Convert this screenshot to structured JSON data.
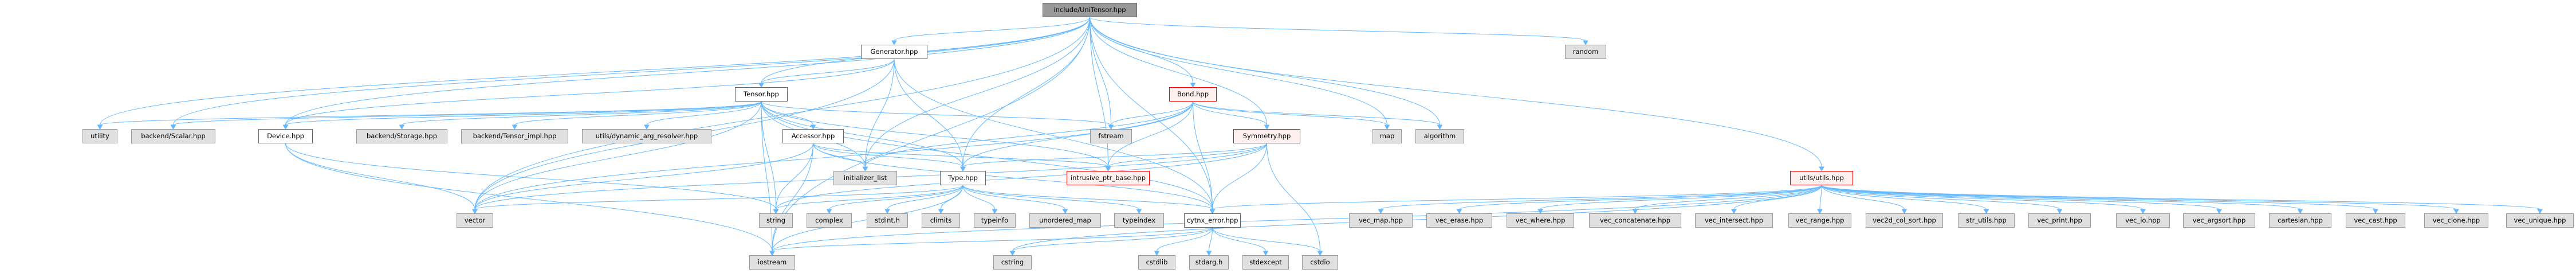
{
  "title": "include/UniTensor.hpp",
  "colors": {
    "edge": "#63b8ff",
    "root_fill": "#999999",
    "local_fill": "#ffffff",
    "system_fill": "#e0e0e0",
    "incomplete_border": "#ff0000",
    "incomplete_fill": "#fff0f0"
  },
  "nodes": [
    {
      "id": "unitensor",
      "label": "include/UniTensor.hpp",
      "kind": "root"
    },
    {
      "id": "generator",
      "label": "Generator.hpp",
      "kind": "local"
    },
    {
      "id": "random",
      "label": "random",
      "kind": "system"
    },
    {
      "id": "tensor",
      "label": "Tensor.hpp",
      "kind": "local"
    },
    {
      "id": "bond",
      "label": "Bond.hpp",
      "kind": "incomplete"
    },
    {
      "id": "utility",
      "label": "utility",
      "kind": "system"
    },
    {
      "id": "scalar",
      "label": "backend/Scalar.hpp",
      "kind": "system"
    },
    {
      "id": "device",
      "label": "Device.hpp",
      "kind": "local"
    },
    {
      "id": "storage",
      "label": "backend/Storage.hpp",
      "kind": "system"
    },
    {
      "id": "tensor_impl",
      "label": "backend/Tensor_impl.hpp",
      "kind": "system"
    },
    {
      "id": "dyn_arg",
      "label": "utils/dynamic_arg_resolver.hpp",
      "kind": "system"
    },
    {
      "id": "accessor",
      "label": "Accessor.hpp",
      "kind": "local"
    },
    {
      "id": "fstream",
      "label": "fstream",
      "kind": "system"
    },
    {
      "id": "symmetry",
      "label": "Symmetry.hpp",
      "kind": "incomplete"
    },
    {
      "id": "map",
      "label": "map",
      "kind": "system"
    },
    {
      "id": "algorithm",
      "label": "algorithm",
      "kind": "system"
    },
    {
      "id": "init_list",
      "label": "initializer_list",
      "kind": "system"
    },
    {
      "id": "type",
      "label": "Type.hpp",
      "kind": "local"
    },
    {
      "id": "intrusive",
      "label": "intrusive_ptr_base.hpp",
      "kind": "incomplete"
    },
    {
      "id": "utils",
      "label": "utils/utils.hpp",
      "kind": "incomplete"
    },
    {
      "id": "vector",
      "label": "vector",
      "kind": "system"
    },
    {
      "id": "string",
      "label": "string",
      "kind": "system"
    },
    {
      "id": "complex",
      "label": "complex",
      "kind": "system"
    },
    {
      "id": "stdint",
      "label": "stdint.h",
      "kind": "system"
    },
    {
      "id": "climits",
      "label": "climits",
      "kind": "system"
    },
    {
      "id": "typeinfo",
      "label": "typeinfo",
      "kind": "system"
    },
    {
      "id": "unordered_map",
      "label": "unordered_map",
      "kind": "system"
    },
    {
      "id": "typeindex",
      "label": "typeindex",
      "kind": "system"
    },
    {
      "id": "cytnx_error",
      "label": "cytnx_error.hpp",
      "kind": "local"
    },
    {
      "id": "vec_map",
      "label": "vec_map.hpp",
      "kind": "system"
    },
    {
      "id": "vec_erase",
      "label": "vec_erase.hpp",
      "kind": "system"
    },
    {
      "id": "vec_where",
      "label": "vec_where.hpp",
      "kind": "system"
    },
    {
      "id": "vec_concatenate",
      "label": "vec_concatenate.hpp",
      "kind": "system"
    },
    {
      "id": "vec_intersect",
      "label": "vec_intersect.hpp",
      "kind": "system"
    },
    {
      "id": "vec_range",
      "label": "vec_range.hpp",
      "kind": "system"
    },
    {
      "id": "vec2d_col_sort",
      "label": "vec2d_col_sort.hpp",
      "kind": "system"
    },
    {
      "id": "str_utils",
      "label": "str_utils.hpp",
      "kind": "system"
    },
    {
      "id": "vec_print",
      "label": "vec_print.hpp",
      "kind": "system"
    },
    {
      "id": "vec_io",
      "label": "vec_io.hpp",
      "kind": "system"
    },
    {
      "id": "vec_argsort",
      "label": "vec_argsort.hpp",
      "kind": "system"
    },
    {
      "id": "cartesian",
      "label": "cartesian.hpp",
      "kind": "system"
    },
    {
      "id": "vec_cast",
      "label": "vec_cast.hpp",
      "kind": "system"
    },
    {
      "id": "vec_clone",
      "label": "vec_clone.hpp",
      "kind": "system"
    },
    {
      "id": "vec_unique",
      "label": "vec_unique.hpp",
      "kind": "system"
    },
    {
      "id": "iostream",
      "label": "iostream",
      "kind": "system"
    },
    {
      "id": "cstring",
      "label": "cstring",
      "kind": "system"
    },
    {
      "id": "cstdlib",
      "label": "cstdlib",
      "kind": "system"
    },
    {
      "id": "stdarg",
      "label": "stdarg.h",
      "kind": "system"
    },
    {
      "id": "stdexcept",
      "label": "stdexcept",
      "kind": "system"
    },
    {
      "id": "cstdio",
      "label": "cstdio",
      "kind": "system"
    }
  ],
  "edges": [
    [
      "unitensor",
      "generator"
    ],
    [
      "unitensor",
      "tensor"
    ],
    [
      "unitensor",
      "bond"
    ],
    [
      "unitensor",
      "random"
    ],
    [
      "unitensor",
      "utility"
    ],
    [
      "unitensor",
      "scalar"
    ],
    [
      "unitensor",
      "device"
    ],
    [
      "unitensor",
      "fstream"
    ],
    [
      "unitensor",
      "symmetry"
    ],
    [
      "unitensor",
      "map"
    ],
    [
      "unitensor",
      "algorithm"
    ],
    [
      "unitensor",
      "type"
    ],
    [
      "unitensor",
      "intrusive"
    ],
    [
      "unitensor",
      "utils"
    ],
    [
      "unitensor",
      "vector"
    ],
    [
      "unitensor",
      "iostream"
    ],
    [
      "unitensor",
      "cytnx_error"
    ],
    [
      "unitensor",
      "init_list"
    ],
    [
      "generator",
      "tensor"
    ],
    [
      "generator",
      "device"
    ],
    [
      "generator",
      "type"
    ],
    [
      "generator",
      "init_list"
    ],
    [
      "generator",
      "cytnx_error"
    ],
    [
      "generator",
      "vector"
    ],
    [
      "tensor",
      "utility"
    ],
    [
      "tensor",
      "scalar"
    ],
    [
      "tensor",
      "device"
    ],
    [
      "tensor",
      "storage"
    ],
    [
      "tensor",
      "tensor_impl"
    ],
    [
      "tensor",
      "dyn_arg"
    ],
    [
      "tensor",
      "accessor"
    ],
    [
      "tensor",
      "fstream"
    ],
    [
      "tensor",
      "init_list"
    ],
    [
      "tensor",
      "type"
    ],
    [
      "tensor",
      "intrusive"
    ],
    [
      "tensor",
      "string"
    ],
    [
      "tensor",
      "vector"
    ],
    [
      "tensor",
      "cytnx_error"
    ],
    [
      "tensor",
      "iostream"
    ],
    [
      "bond",
      "fstream"
    ],
    [
      "bond",
      "symmetry"
    ],
    [
      "bond",
      "map"
    ],
    [
      "bond",
      "algorithm"
    ],
    [
      "bond",
      "type"
    ],
    [
      "bond",
      "intrusive"
    ],
    [
      "bond",
      "init_list"
    ],
    [
      "bond",
      "vector"
    ],
    [
      "bond",
      "cytnx_error"
    ],
    [
      "device",
      "vector"
    ],
    [
      "device",
      "string"
    ],
    [
      "device",
      "iostream"
    ],
    [
      "accessor",
      "init_list"
    ],
    [
      "accessor",
      "type"
    ],
    [
      "accessor",
      "string"
    ],
    [
      "accessor",
      "vector"
    ],
    [
      "accessor",
      "iostream"
    ],
    [
      "accessor",
      "cytnx_error"
    ],
    [
      "accessor",
      "intrusive"
    ],
    [
      "symmetry",
      "type"
    ],
    [
      "symmetry",
      "intrusive"
    ],
    [
      "symmetry",
      "cytnx_error"
    ],
    [
      "symmetry",
      "cstdio"
    ],
    [
      "symmetry",
      "vector"
    ],
    [
      "symmetry",
      "string"
    ],
    [
      "type",
      "string"
    ],
    [
      "type",
      "complex"
    ],
    [
      "type",
      "stdint"
    ],
    [
      "type",
      "climits"
    ],
    [
      "type",
      "typeinfo"
    ],
    [
      "type",
      "unordered_map"
    ],
    [
      "type",
      "typeindex"
    ],
    [
      "type",
      "cytnx_error"
    ],
    [
      "type",
      "vector"
    ],
    [
      "type",
      "iostream"
    ],
    [
      "cytnx_error",
      "cstdlib"
    ],
    [
      "cytnx_error",
      "stdarg"
    ],
    [
      "cytnx_error",
      "stdexcept"
    ],
    [
      "cytnx_error",
      "cstdio"
    ],
    [
      "cytnx_error",
      "iostream"
    ],
    [
      "cytnx_error",
      "cstring"
    ],
    [
      "utils",
      "vec_map"
    ],
    [
      "utils",
      "vec_erase"
    ],
    [
      "utils",
      "vec_where"
    ],
    [
      "utils",
      "vec_concatenate"
    ],
    [
      "utils",
      "vec_intersect"
    ],
    [
      "utils",
      "vec_range"
    ],
    [
      "utils",
      "vec2d_col_sort"
    ],
    [
      "utils",
      "str_utils"
    ],
    [
      "utils",
      "vec_print"
    ],
    [
      "utils",
      "vec_io"
    ],
    [
      "utils",
      "vec_argsort"
    ],
    [
      "utils",
      "cartesian"
    ],
    [
      "utils",
      "vec_cast"
    ],
    [
      "utils",
      "vec_clone"
    ],
    [
      "utils",
      "vec_unique"
    ],
    [
      "utils",
      "cytnx_error"
    ],
    [
      "utils",
      "iostream"
    ],
    [
      "utils",
      "cstring"
    ]
  ]
}
